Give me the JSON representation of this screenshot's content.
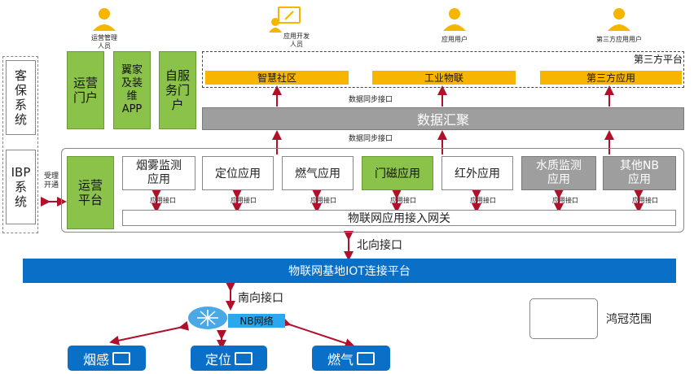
{
  "personas": [
    {
      "label": "运营管理\n人员"
    },
    {
      "label": "应用开发\n人员"
    },
    {
      "label": "应用用户"
    },
    {
      "label": "第三方应用用户"
    }
  ],
  "left_systems": {
    "kebao": "客保\n系统",
    "ibp": "IBP\n系统",
    "accept_label": "受理\n开通"
  },
  "portals": {
    "ops_portal": "运营\n门户",
    "yijia_app": "翼家\n及装\n维\nAPP",
    "self_service": "自服\n务门\n户"
  },
  "third_party_platform": {
    "title": "第三方平台",
    "items": [
      "智慧社区",
      "工业物联",
      "第三方应用"
    ]
  },
  "data_sync_label_top": "数据同步接口",
  "data_aggregation": "数据汇聚",
  "data_sync_label_bottom": "数据同步接口",
  "ops_platform": "运营\n平台",
  "apps": [
    {
      "label": "烟雾监测\n应用",
      "style": "white"
    },
    {
      "label": "定位应用",
      "style": "white"
    },
    {
      "label": "燃气应用",
      "style": "white"
    },
    {
      "label": "门磁应用",
      "style": "green"
    },
    {
      "label": "红外应用",
      "style": "white"
    },
    {
      "label": "水质监测\n应用",
      "style": "grey"
    },
    {
      "label": "其他NB\n应用",
      "style": "grey"
    }
  ],
  "app_interface_label": "应用接口",
  "gateway": "物联网应用接入网关",
  "north_interface": "北向接口",
  "iot_platform": "物联网基地IOT连接平台",
  "south_interface": "南向接口",
  "nb_network": "NB网络",
  "devices": [
    "烟感",
    "定位",
    "燃气"
  ],
  "legend": {
    "label": "鸿冠范围"
  },
  "colors": {
    "green": "#8bc34a",
    "orange": "#f7b500",
    "blue": "#0a6fc7",
    "grey": "#9e9e9e",
    "arrow": "#b0102a"
  }
}
